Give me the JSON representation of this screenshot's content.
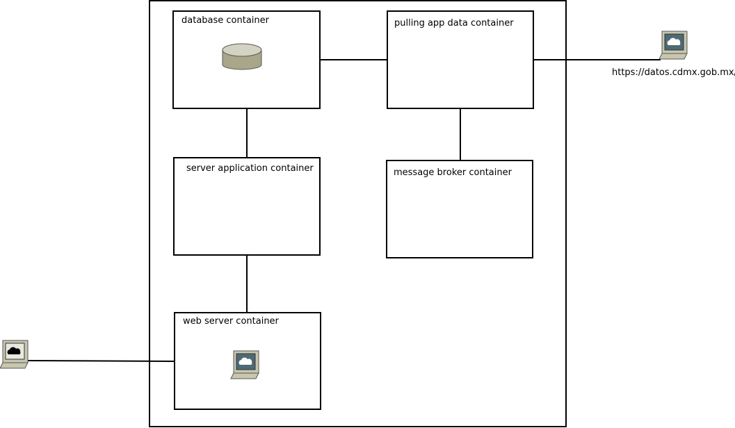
{
  "containers": {
    "database": {
      "label": "database container"
    },
    "pulling": {
      "label": "pulling app data container"
    },
    "server_app": {
      "label": "server application container"
    },
    "message_broker": {
      "label": "message broker container"
    },
    "web_server": {
      "label": "web server container"
    }
  },
  "external": {
    "data_source_label": "https://datos.cdmx.gob.mx/"
  },
  "icons": {
    "database": "database-cylinder-icon",
    "computer": "computer-terminal-icon",
    "client": "client-computer-icon"
  },
  "colors": {
    "stroke": "#000000",
    "db_fill": "#a9a68a",
    "db_top": "#d4d2c2",
    "pc_body": "#c8c6ae",
    "pc_screen": "#4e6a74",
    "cloud": "#ffffff"
  }
}
